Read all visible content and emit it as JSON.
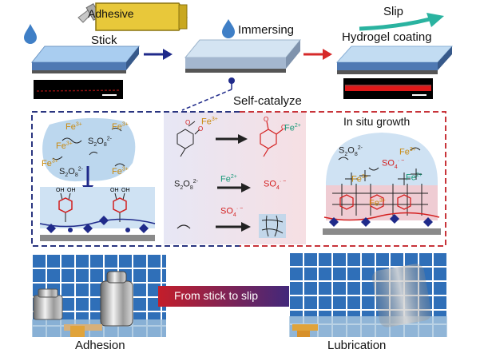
{
  "top": {
    "tube_label": "Adhesive",
    "stick_label": "Stick",
    "immersing_label": "Immersing",
    "slip_label": "Slip",
    "hydrogel_label": "Hydrogel coating",
    "self_catalyze_label": "Self-catalyze"
  },
  "middle": {
    "in_situ_label": "In situ growth",
    "left_ions": [
      "Fe3+",
      "Fe3+",
      "Fe3+",
      "S2O82-",
      "Fe3+",
      "S2O82-",
      "Fe3+"
    ],
    "center": {
      "fe_in_catechol": "Fe",
      "fe_in_catechol_charge": "3+",
      "fe2_top": "Fe",
      "fe2_top_charge": "2+",
      "persulfate": "S",
      "persulfate_sub1": "2",
      "persulfate_o": "O",
      "persulfate_sub2": "8",
      "persulfate_charge": "2-",
      "fe2_mid": "Fe",
      "fe2_mid_charge": "2+",
      "so4_product": "SO",
      "so4_sub": "4",
      "so4_charge": "· −",
      "so4_reagent": "SO",
      "so4_reagent_sub": "4",
      "so4_reagent_charge": "· −"
    },
    "right": {
      "s2o8": "S",
      "s2o8_sub1": "2",
      "s2o8_o": "O",
      "s2o8_sub2": "8",
      "s2o8_charge": "2-",
      "fe3_a": "Fe",
      "fe3_a_charge": "3+",
      "so4": "SO",
      "so4_sub": "4",
      "so4_charge": "· −",
      "fe3_b": "Fe",
      "fe3_b_charge": "3+",
      "fe2": "Fe",
      "fe2_charge": "2+",
      "fe3_c": "Fe",
      "fe3_c_charge": "3+"
    }
  },
  "bottom": {
    "arrow_label": "From stick to slip",
    "left_caption": "Adhesion",
    "right_caption": "Lubrication"
  },
  "colors": {
    "tube_yellow": "#e8c83a",
    "drop_blue": "#3f7fc6",
    "navy_arrow": "#1f2a8a",
    "red_arrow": "#d62a2a",
    "teal_arrow": "#2ab3a0",
    "dash_navy": "#2a3580",
    "dash_red": "#c8343a",
    "fe3": "#c98a10",
    "fe2": "#1a9a7a",
    "tile_blue": "#2f6fb8",
    "pink_gel": "#f4c8cc"
  }
}
